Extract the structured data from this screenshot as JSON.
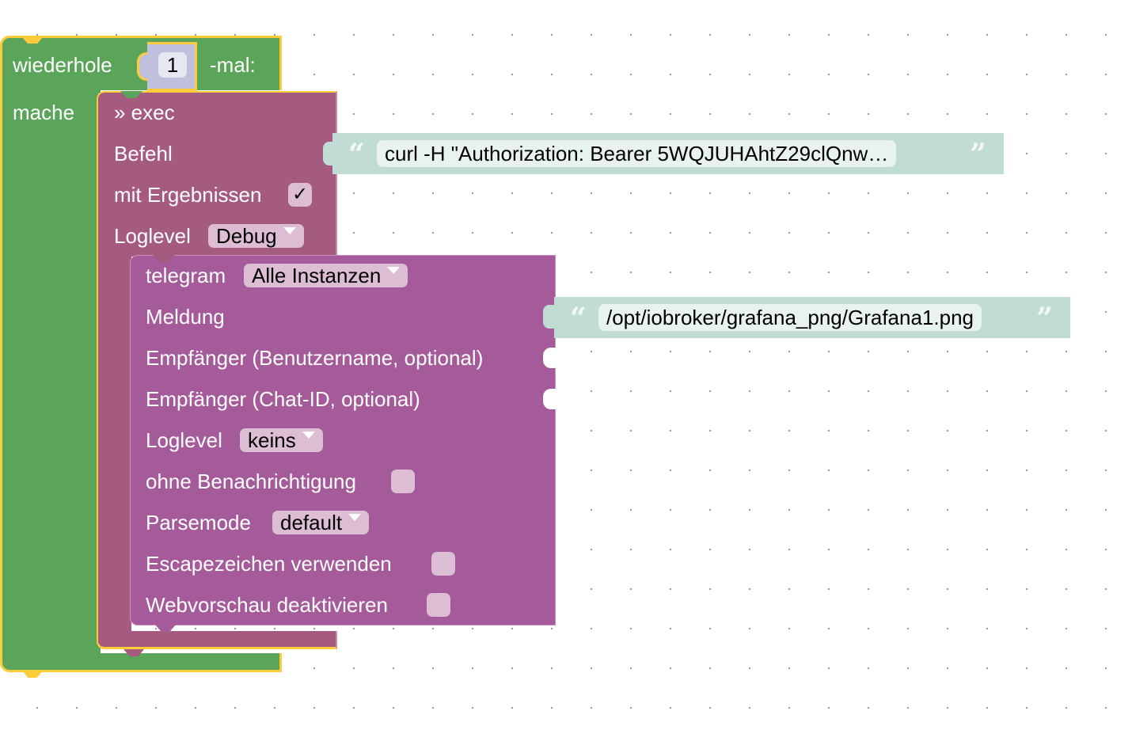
{
  "repeat_block": {
    "label_repeat": "wiederhole",
    "count": "1",
    "label_times": "-mal:",
    "label_do": "mache",
    "colors": {
      "block": "#5ba55b",
      "highlight": "#fecb3a",
      "number_socket": "#bfc1dc"
    }
  },
  "exec_block": {
    "title": "» exec",
    "command_label": "Befehl",
    "command_value": "curl -H \"Authorization: Bearer 5WQJUHAhtZ29clQnw…",
    "with_results_label": "mit Ergebnissen",
    "with_results_checked": true,
    "with_results_mark": "✓",
    "loglevel_label": "Loglevel",
    "loglevel_value": "Debug",
    "colors": {
      "block": "#a55b80"
    }
  },
  "telegram_block": {
    "title": "telegram",
    "instance_value": "Alle Instanzen",
    "message_label": "Meldung",
    "message_value": "/opt/iobroker/grafana_png/Grafana1.png",
    "recipient_user_label": "Empfänger (Benutzername, optional)",
    "recipient_chat_label": "Empfänger (Chat-ID, optional)",
    "loglevel_label": "Loglevel",
    "loglevel_value": "keins",
    "silent_label": "ohne Benachrichtigung",
    "silent_checked": false,
    "parsemode_label": "Parsemode",
    "parsemode_value": "default",
    "escape_label": "Escapezeichen verwenden",
    "escape_checked": false,
    "webpreview_label": "Webvorschau deaktivieren",
    "webpreview_checked": false,
    "colors": {
      "block": "#a55b99",
      "text_block": "#c0dcd4"
    }
  },
  "quotes": {
    "open": "“",
    "close": "”"
  }
}
